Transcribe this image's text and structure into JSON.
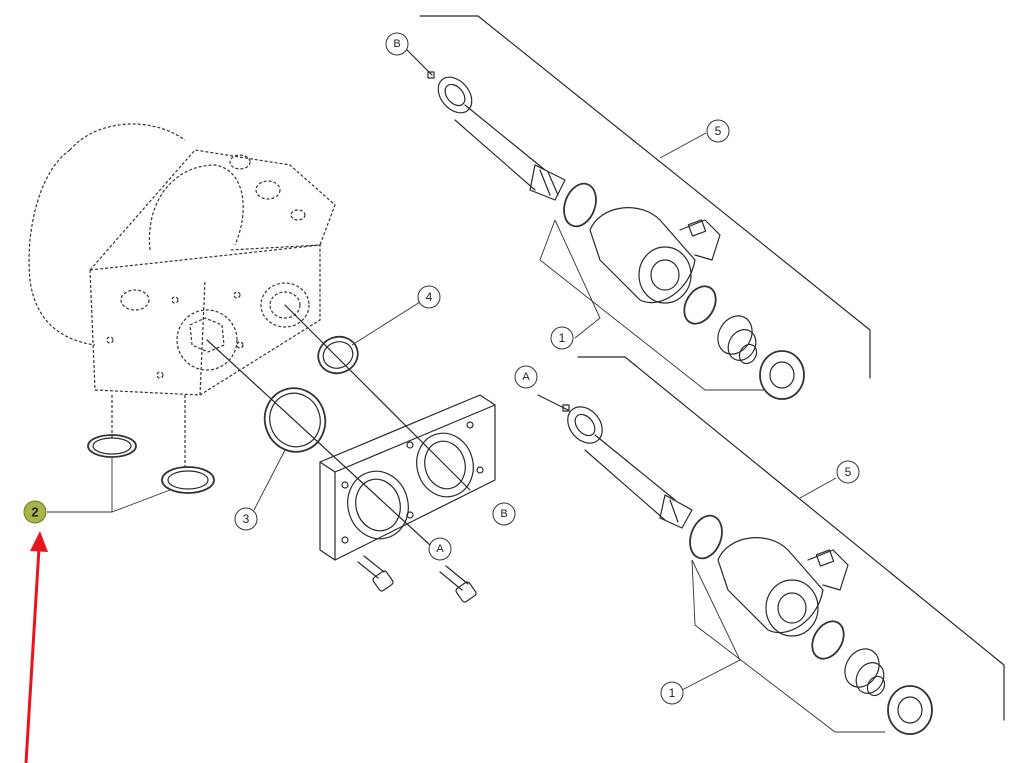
{
  "callouts": {
    "c1a": "1",
    "c1b": "1",
    "c2": "2",
    "c3": "3",
    "c4": "4",
    "c5a": "5",
    "c5b": "5"
  },
  "port_markers": {
    "b_top": "B",
    "a_mid": "A",
    "b_flange": "B",
    "a_flange": "A"
  },
  "highlight": {
    "callout": "2",
    "color": "#a8b34a",
    "arrow_color": "#e8141b"
  }
}
